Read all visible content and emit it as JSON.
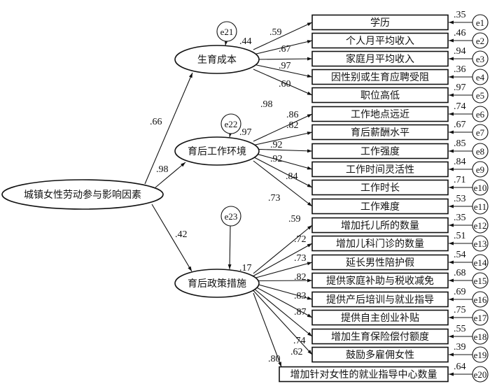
{
  "diagram": {
    "type": "structural-equation-model",
    "root": {
      "label": "城镇女性劳动参与影响因素"
    },
    "factors": [
      {
        "label": "生育成本",
        "path_coef": ".66",
        "error": {
          "label": "e21",
          "coef": ".44"
        },
        "indicators": [
          {
            "label": "学历",
            "loading": ".59",
            "error": "e1",
            "error_coef": ".35"
          },
          {
            "label": "个人月平均收入",
            "loading": ".67",
            "error": "e2",
            "error_coef": ".46"
          },
          {
            "label": "家庭月平均收入",
            "loading": ".97",
            "error": "e3",
            "error_coef": ".94"
          },
          {
            "label": "因性别或生育应聘受阻",
            "loading": ".60",
            "error": "e4",
            "error_coef": ".36"
          },
          {
            "label": "职位高低",
            "loading": ".98",
            "error": "e5",
            "error_coef": ".97"
          }
        ]
      },
      {
        "label": "育后工作环境",
        "path_coef": ".98",
        "error": {
          "label": "e22",
          "coef": ".97"
        },
        "indicators": [
          {
            "label": "工作地点远近",
            "loading": ".86",
            "error": "e6",
            "error_coef": ".74"
          },
          {
            "label": "育后薪酬水平",
            "loading": ".82",
            "error": "e7",
            "error_coef": ".67"
          },
          {
            "label": "工作强度",
            "loading": ".92",
            "error": "e8",
            "error_coef": ".85"
          },
          {
            "label": "工作时间灵活性",
            "loading": ".92",
            "error": "e9",
            "error_coef": ".84"
          },
          {
            "label": "工作时长",
            "loading": ".84",
            "error": "e10",
            "error_coef": ".71"
          },
          {
            "label": "工作难度",
            "loading": ".73",
            "error": "e11",
            "error_coef": ".53"
          }
        ]
      },
      {
        "label": "育后政策措施",
        "path_coef": ".42",
        "error": {
          "label": "e23",
          "coef": ".17"
        },
        "indicators": [
          {
            "label": "增加托儿所的数量",
            "loading": ".59",
            "error": "e12",
            "error_coef": ".35"
          },
          {
            "label": "增加儿科门诊的数量",
            "loading": ".72",
            "error": "e13",
            "error_coef": ".51"
          },
          {
            "label": "延长男性陪护假",
            "loading": ".73",
            "error": "e14",
            "error_coef": ".54"
          },
          {
            "label": "提供家庭补助与税收减免",
            "loading": ".82",
            "error": "e15",
            "error_coef": ".68"
          },
          {
            "label": "提供产后培训与就业指导",
            "loading": ".83",
            "error": "e16",
            "error_coef": ".69"
          },
          {
            "label": "提供自主创业补贴",
            "loading": ".87",
            "error": "e17",
            "error_coef": ".75"
          },
          {
            "label": "增加生育保险偿付额度",
            "loading": ".74",
            "error": "e18",
            "error_coef": ".55"
          },
          {
            "label": "鼓励多雇佣女性",
            "loading": ".62",
            "error": "e19",
            "error_coef": ".39"
          },
          {
            "label": "增加针对女性的就业指导中心数量",
            "loading": ".80",
            "error": "e20",
            "error_coef": ".64"
          }
        ]
      }
    ]
  }
}
